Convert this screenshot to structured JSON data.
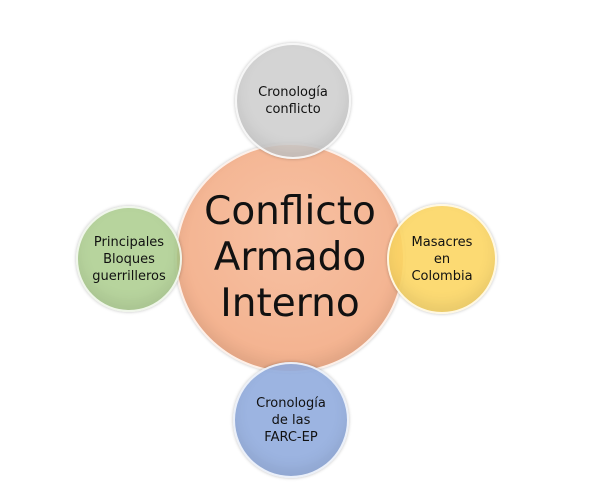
{
  "center": {
    "lines": [
      "Conflicto",
      "Armado",
      "Interno"
    ],
    "color": "#f4b593"
  },
  "top": {
    "lines": [
      "Cronología",
      "conflicto"
    ],
    "color": "#d0d0d0"
  },
  "left": {
    "lines": [
      "Principales",
      "Bloques",
      "guerrilleros"
    ],
    "color": "#b5d49a"
  },
  "right": {
    "lines": [
      "Masacres",
      "en",
      "Colombia"
    ],
    "color": "#fbd86e"
  },
  "bottom": {
    "lines": [
      "Cronología",
      "de las",
      "FARC-EP"
    ],
    "color": "#9db3e0"
  }
}
